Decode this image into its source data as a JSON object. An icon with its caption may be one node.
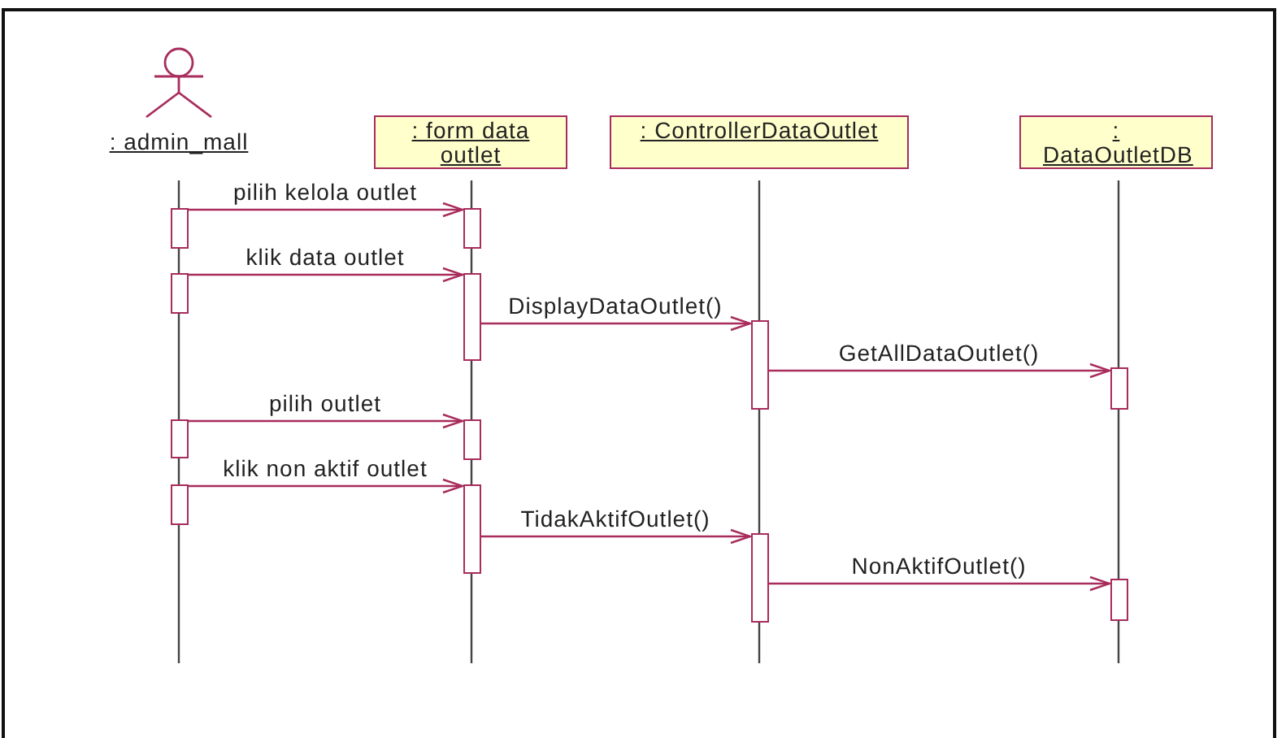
{
  "diagram": {
    "nodes": [
      {
        "text": [
          ": admin_mall"
        ]
      },
      {
        "text": [
          ": form data outlet"
        ]
      },
      {
        "text": [
          ": ControllerDataOutlet"
        ]
      },
      {
        "text": [
          ": DataOutletDB"
        ]
      },
      {
        "text": [],
        "shape": "bar"
      },
      {
        "text": [],
        "shape": "bar"
      },
      {
        "text": [],
        "shape": "bar"
      },
      {
        "text": [],
        "shape": "bar"
      },
      {
        "text": [],
        "shape": "bar"
      },
      {
        "text": [],
        "shape": "bar"
      },
      {
        "text": [],
        "shape": "bar"
      },
      {
        "text": [],
        "shape": "bar"
      },
      {
        "text": [],
        "shape": "bar"
      },
      {
        "text": [],
        "shape": "bar"
      },
      {
        "text": [],
        "shape": "bar"
      },
      {
        "text": [],
        "shape": "bar"
      }
    ],
    "edges": [
      {
        "from": 4,
        "to": 5,
        "arrow": "to",
        "label": "pilih kelola outlet"
      },
      {
        "from": 6,
        "to": 7,
        "arrow": "to",
        "label": "klik data outlet"
      },
      {
        "from": 7,
        "to": 8,
        "arrow": "to",
        "label": "DisplayDataOutlet()"
      },
      {
        "from": 8,
        "to": 9,
        "arrow": "to",
        "label": "GetAllDataOutlet()"
      },
      {
        "from": 10,
        "to": 11,
        "arrow": "to",
        "label": "pilih outlet"
      },
      {
        "from": 12,
        "to": 13,
        "arrow": "to",
        "label": "klik non aktif outlet"
      },
      {
        "from": 13,
        "to": 14,
        "arrow": "to",
        "label": "TidakAktifOutlet()"
      },
      {
        "from": 14,
        "to": 15,
        "arrow": "to",
        "label": "NonAktifOutlet()"
      }
    ]
  }
}
